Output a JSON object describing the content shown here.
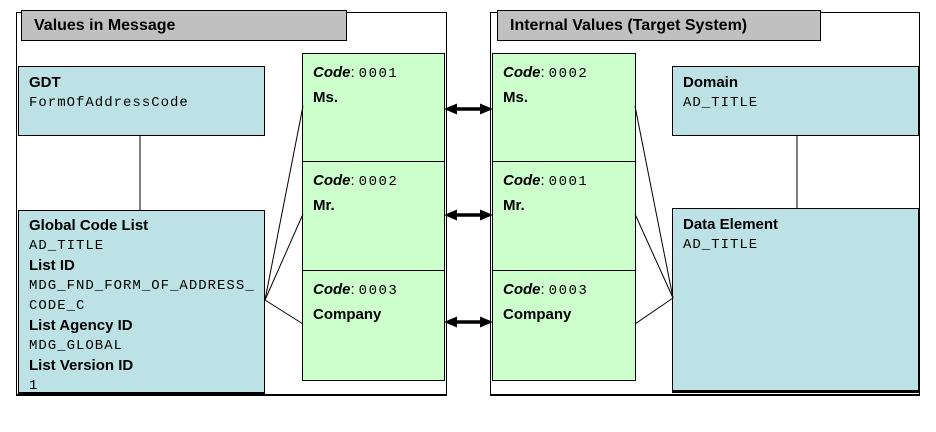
{
  "shared": {
    "colon": ":"
  },
  "left_panel": {
    "header": "Values in Message",
    "gdt": {
      "title": "GDT",
      "value": "FormOfAddressCode"
    },
    "code_list": {
      "title": "Global Code List",
      "value": "AD_TITLE",
      "list_id_label": "List ID",
      "list_id_line1": "MDG_FND_FORM_OF_ADDRESS_",
      "list_id_line2": "CODE_C",
      "agency_id_label": "List Agency ID",
      "agency_id_value": "MDG_GLOBAL",
      "version_id_label": "List Version ID",
      "version_id_value": "1"
    },
    "codes": [
      {
        "label": "Code",
        "value": "0001",
        "name": "Ms."
      },
      {
        "label": "Code",
        "value": "0002",
        "name": "Mr."
      },
      {
        "label": "Code",
        "value": "0003",
        "name": "Company"
      }
    ]
  },
  "right_panel": {
    "header": "Internal Values (Target System)",
    "domain": {
      "title": "Domain",
      "value": "AD_TITLE"
    },
    "data_element": {
      "title": "Data Element",
      "value": "AD_TITLE"
    },
    "codes": [
      {
        "label": "Code",
        "value": "0002",
        "name": "Ms."
      },
      {
        "label": "Code",
        "value": "0001",
        "name": "Mr."
      },
      {
        "label": "Code",
        "value": "0003",
        "name": "Company"
      }
    ]
  },
  "colors": {
    "box_blue": "#bde2e5",
    "box_green": "#ccffcc",
    "header_gray": "#c0c0c0",
    "line_black": "#000000"
  }
}
